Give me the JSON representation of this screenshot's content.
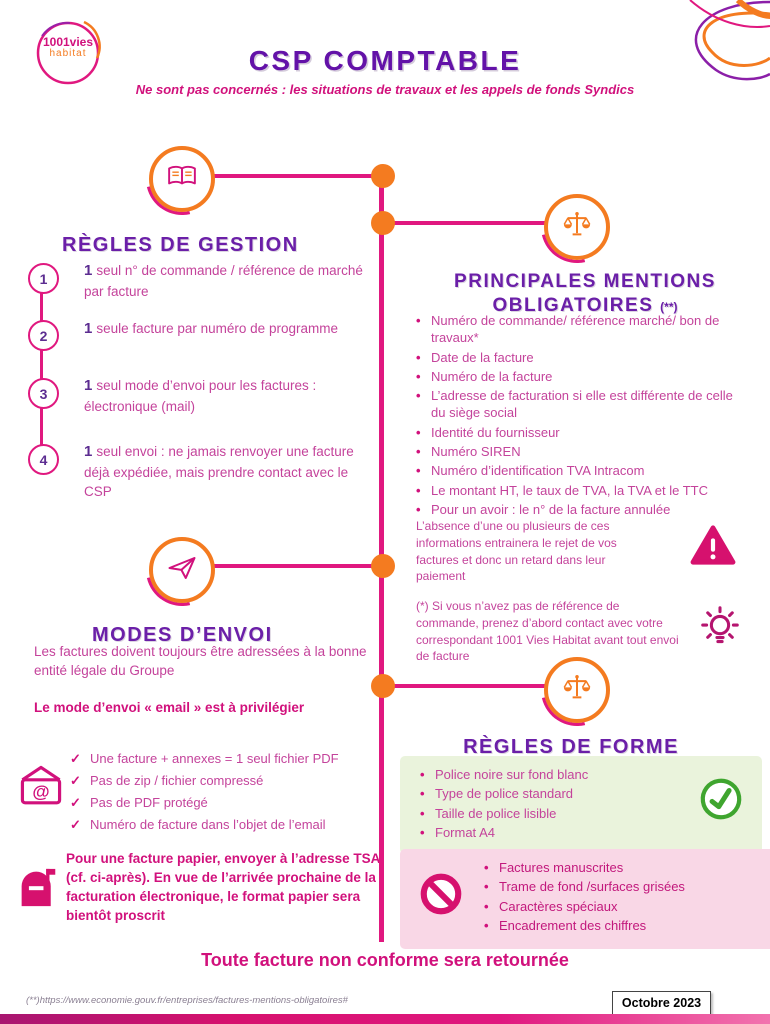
{
  "colors": {
    "purple": "#6B1FA8",
    "magenta": "#D1117C",
    "pink_text": "#C4439B",
    "orange": "#F47B20",
    "green": "#3FA52F"
  },
  "header": {
    "logo_line1": "1001vies",
    "logo_line2": "habitat",
    "title": "CSP COMPTABLE",
    "subtitle": "Ne sont pas concernés : les situations de travaux et les appels de fonds Syndics"
  },
  "regles_gestion": {
    "title": "RÈGLES DE GESTION",
    "items": [
      {
        "num": "1",
        "lead": "1",
        "text": "seul n° de commande / référence de marché par facture"
      },
      {
        "num": "2",
        "lead": "1",
        "text": "seule facture par numéro de programme"
      },
      {
        "num": "3",
        "lead": "1",
        "text": "seul mode d’envoi pour les factures : électronique (mail)"
      },
      {
        "num": "4",
        "lead": "1",
        "text": "seul envoi : ne jamais renvoyer une facture déjà expédiée, mais prendre contact avec le CSP"
      }
    ]
  },
  "modes_envoi": {
    "title": "MODES D’ENVOI",
    "intro": "Les factures doivent toujours être adressées à la bonne entité légale du Groupe",
    "emphasis": "Le mode d’envoi « email » est à privilégier",
    "checklist": [
      "Une facture + annexes = 1 seul fichier PDF",
      "Pas de zip / fichier compressé",
      "Pas de PDF protégé",
      "Numéro de facture dans l’objet de l’email"
    ],
    "paper_note": "Pour une facture papier, envoyer à l’adresse TSA (cf. ci-après). En vue de l’arrivée prochaine de la facturation électronique, le format papier sera bientôt proscrit"
  },
  "mentions": {
    "title": "PRINCIPALES MENTIONS OBLIGATOIRES",
    "title_suffix": "(**)",
    "items": [
      "Numéro de commande/ référence marché/ bon de travaux*",
      "Date de la facture",
      "Numéro de la facture",
      "L’adresse de facturation si elle est différente de celle du siège social",
      "Identité du fournisseur",
      "Numéro SIREN",
      "Numéro d’identification TVA Intracom",
      "Le montant HT, le taux de TVA, la TVA et le TTC",
      "Pour un avoir : le n° de la facture annulée"
    ],
    "warning": "L’absence d’une ou plusieurs de ces informations entrainera le rejet de vos factures et donc un retard dans leur paiement",
    "note": "(*) Si vous n’avez pas de référence de commande, prenez d’abord contact avec votre correspondant 1001 Vies Habitat avant tout envoi de facture"
  },
  "forme": {
    "title": "RÈGLES DE FORME",
    "do_items": [
      "Police noire sur fond blanc",
      "Type de police standard",
      "Taille de police lisible",
      "Format A4"
    ],
    "dont_items": [
      "Factures manuscrites",
      "Trame de fond /surfaces grisées",
      "Caractères spéciaux",
      "Encadrement des chiffres"
    ]
  },
  "footer": {
    "banner": "Toute facture non conforme sera retournée",
    "footnote_prefix": "(**)",
    "footnote_url": "https://www.economie.gouv.fr/entreprises/factures-mentions-obligatoires#",
    "date": "Octobre 2023"
  }
}
